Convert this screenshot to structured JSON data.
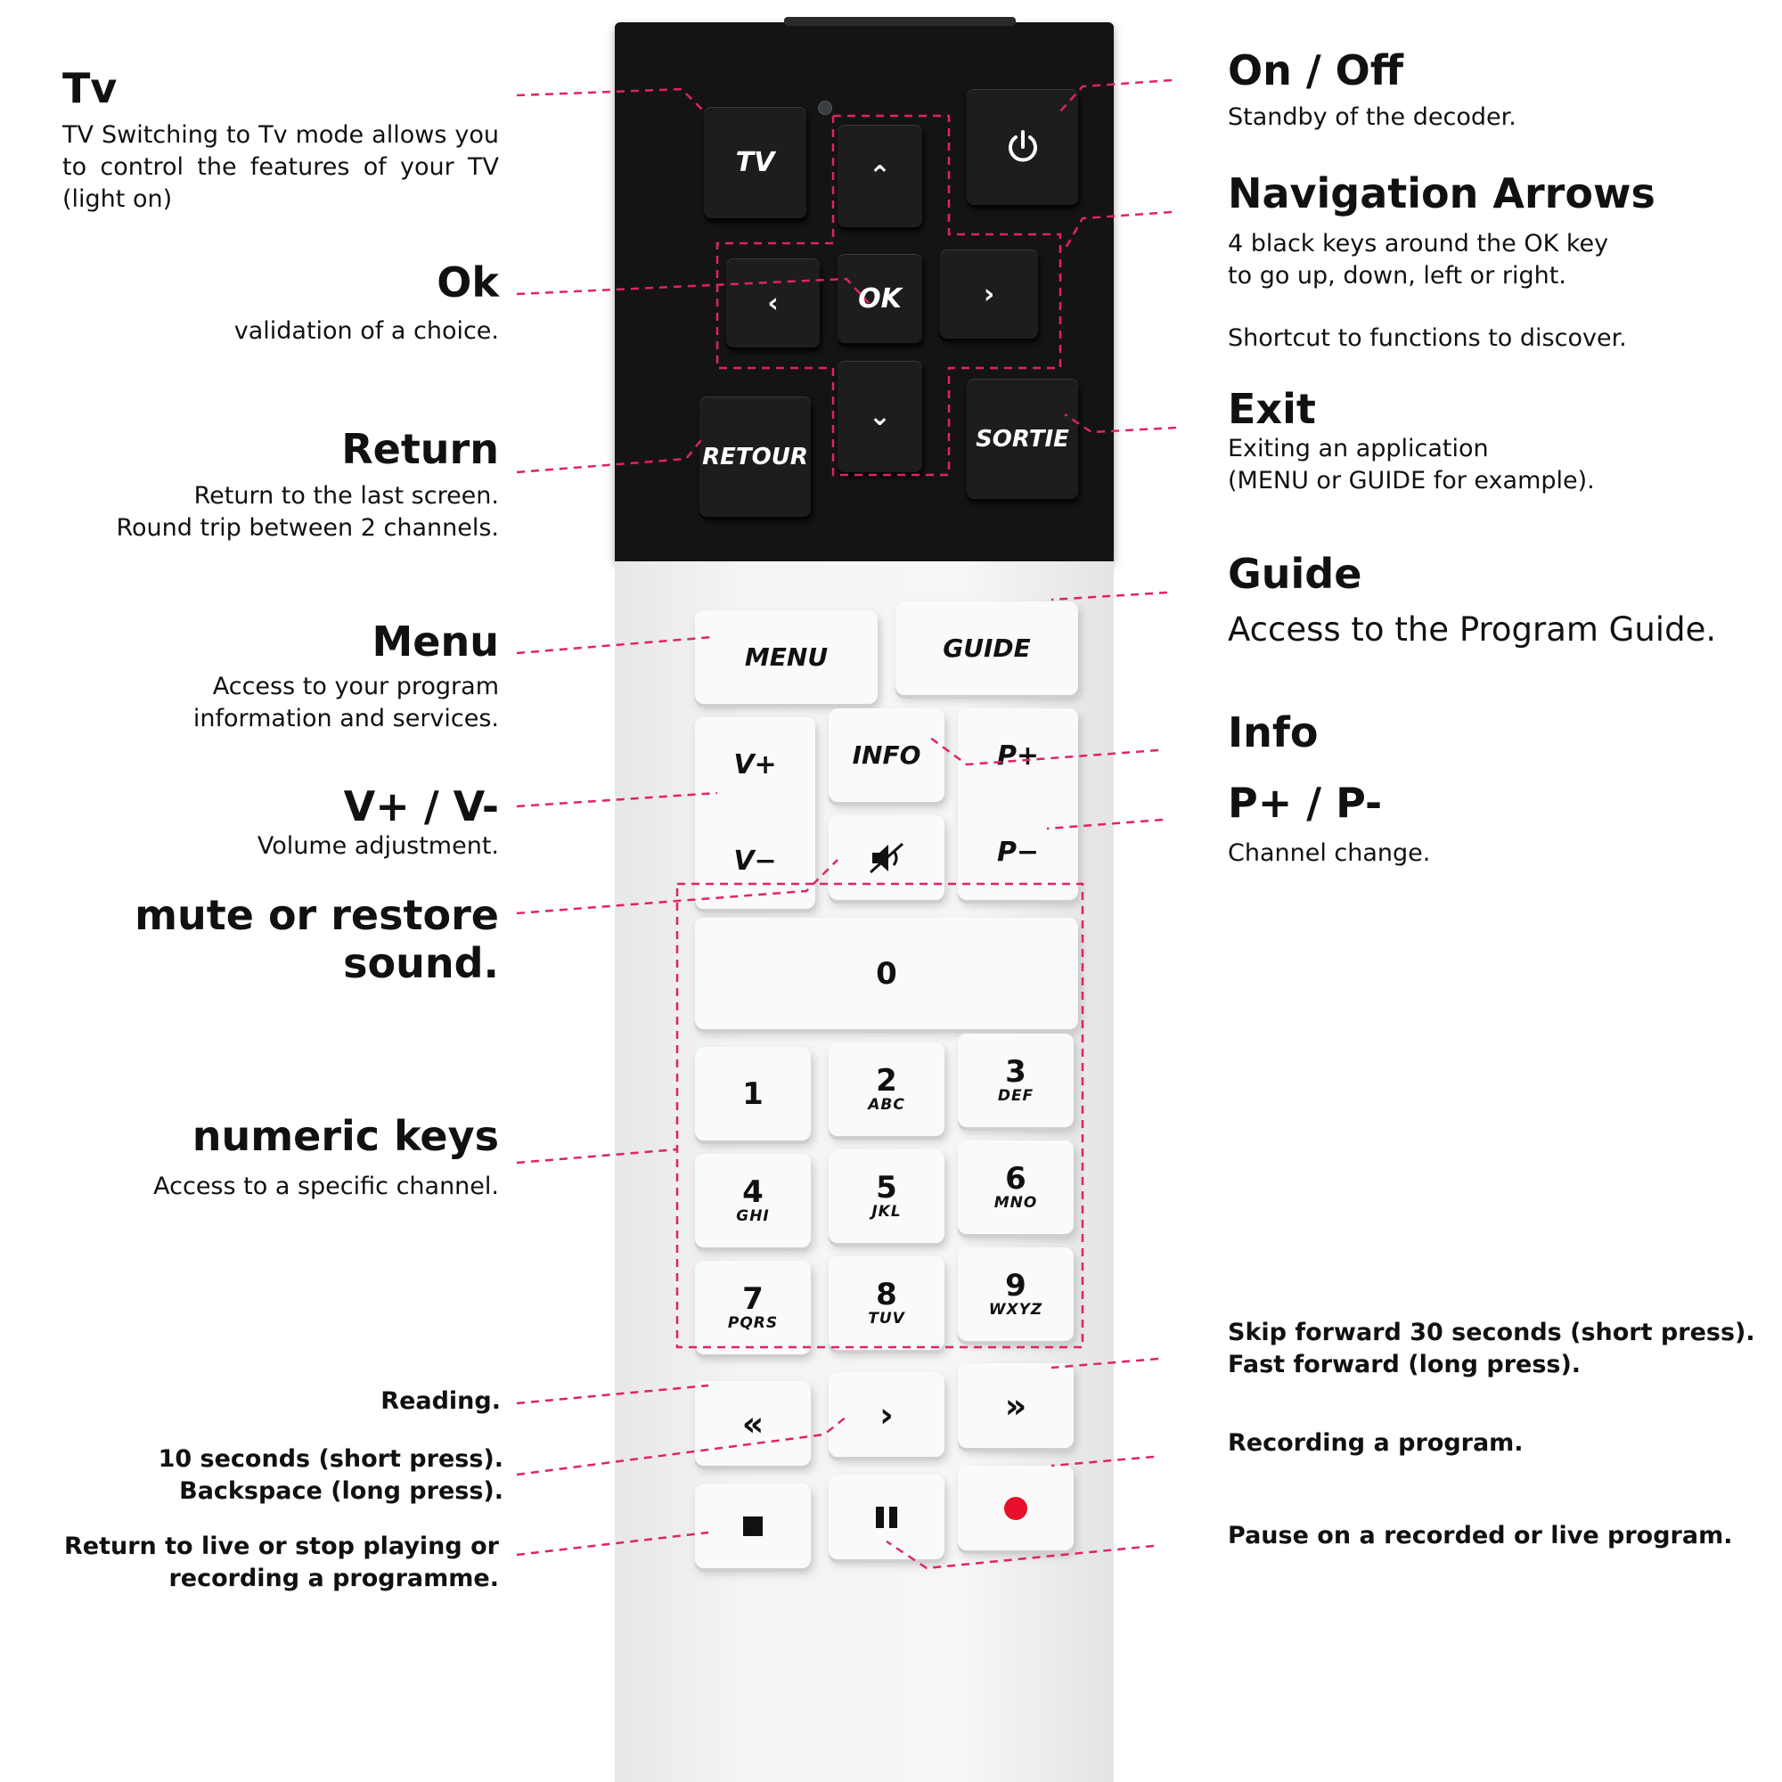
{
  "remote_keys": {
    "tv": "TV",
    "ok": "OK",
    "up": "⌃",
    "down": "⌄",
    "left": "‹",
    "right": "›",
    "retour": "RETOUR",
    "sortie": "SORTIE",
    "menu": "MENU",
    "guide": "GUIDE",
    "info": "INFO",
    "vplus": "V+",
    "vminus": "V−",
    "pplus": "P+",
    "pminus": "P−",
    "zero": "0",
    "digits": [
      {
        "num": "1",
        "letters": ""
      },
      {
        "num": "2",
        "letters": "ABC"
      },
      {
        "num": "3",
        "letters": "DEF"
      },
      {
        "num": "4",
        "letters": "GHI"
      },
      {
        "num": "5",
        "letters": "JKL"
      },
      {
        "num": "6",
        "letters": "MNO"
      },
      {
        "num": "7",
        "letters": "PQRS"
      },
      {
        "num": "8",
        "letters": "TUV"
      },
      {
        "num": "9",
        "letters": "WXYZ"
      }
    ],
    "rewind": "«",
    "play": "›",
    "fastforward": "»",
    "icons": [
      "power-icon",
      "mute-icon",
      "stop-icon",
      "pause-icon",
      "record-icon"
    ]
  },
  "annotations": {
    "tv": {
      "title": "Tv",
      "desc": "TV Switching to Tv mode allows you to control the features of your TV (light on)"
    },
    "ok": {
      "title": "Ok",
      "desc": "validation of a choice."
    },
    "return": {
      "title": "Return",
      "desc": "Return to the last screen.\nRound trip between 2 channels."
    },
    "menu": {
      "title": "Menu",
      "desc": "Access to your program\ninformation and services."
    },
    "volume": {
      "title": "V+ / V-",
      "desc": "Volume adjustment."
    },
    "mute": {
      "title": "mute or restore sound."
    },
    "numeric": {
      "title": "numeric keys",
      "desc": "Access to a specific channel."
    },
    "reading": {
      "desc": "Reading."
    },
    "back10": {
      "desc": "10 seconds (short press).\nBackspace (long press)."
    },
    "stop": {
      "desc": "Return to live or stop playing or\nrecording a programme."
    },
    "onoff": {
      "title": "On / Off",
      "desc": "Standby of the decoder."
    },
    "nav": {
      "title": "Navigation Arrows",
      "desc": "4 black keys around the OK key\nto go up, down, left or right.",
      "desc2": "Shortcut to functions to discover."
    },
    "exit": {
      "title": "Exit",
      "desc": "Exiting an application\n(MENU or GUIDE for example)."
    },
    "guide": {
      "title": "Guide",
      "desc": "Access to the Program Guide."
    },
    "info": {
      "title": "Info"
    },
    "channel": {
      "title": "P+ / P-",
      "desc": "Channel change."
    },
    "skip": {
      "desc": "Skip forward 30 seconds (short press).\nFast forward (long press)."
    },
    "record": {
      "desc": "Recording a program."
    },
    "pause": {
      "desc": "Pause on a recorded or live program."
    }
  },
  "colors": {
    "leader": "#e0245e",
    "remote_top": "#141414",
    "remote_body": "#f2f2f2",
    "record": "#e8102a"
  }
}
